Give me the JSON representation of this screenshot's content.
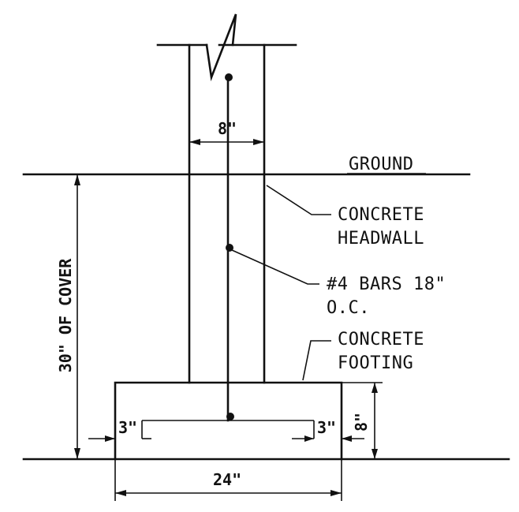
{
  "labels": {
    "ground": "GROUND",
    "headwall_line1": "CONCRETE",
    "headwall_line2": "HEADWALL",
    "bars_line1": "#4 BARS 18\"",
    "bars_line2": "O.C.",
    "footing_line1": "CONCRETE",
    "footing_line2": "FOOTING"
  },
  "dimensions": {
    "wall_width": "8\"",
    "cover": "30\" OF COVER",
    "left_offset": "3\"",
    "right_offset": "3\"",
    "footing_depth": "8\"",
    "footing_width": "24\""
  }
}
